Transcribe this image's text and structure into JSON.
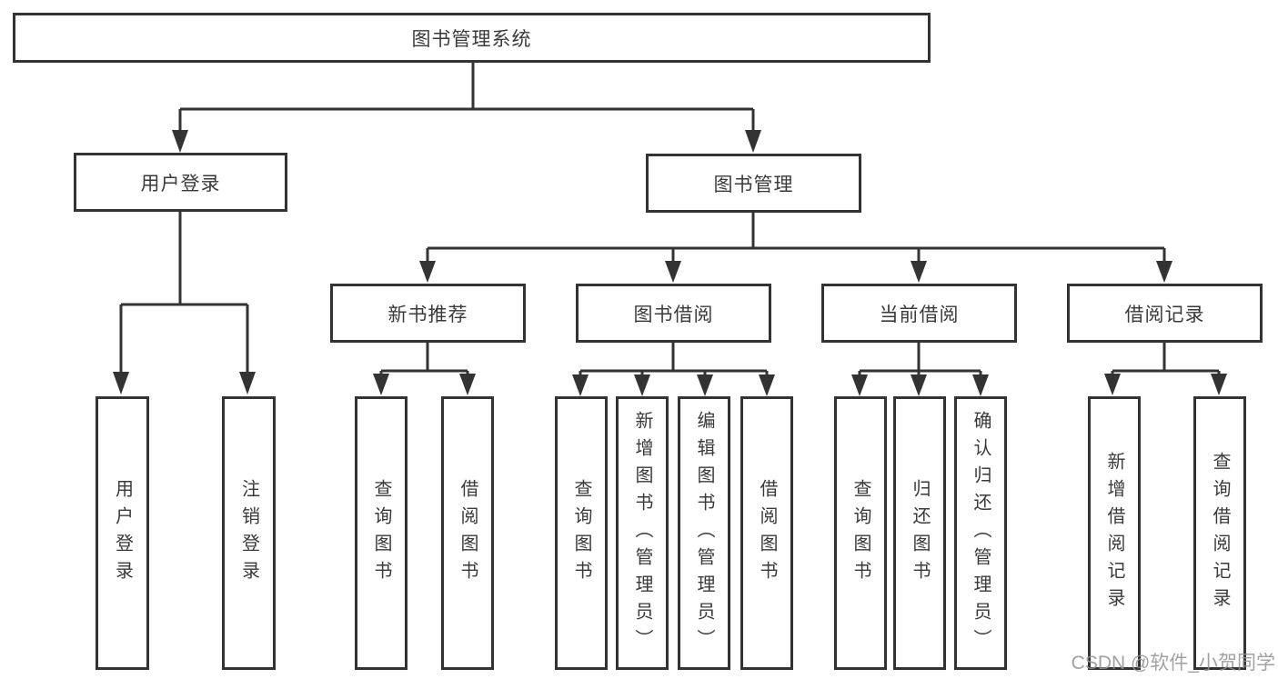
{
  "diagram": {
    "root": {
      "label": "图书管理系统"
    },
    "level2": [
      {
        "label": "用户登录"
      },
      {
        "label": "图书管理"
      }
    ],
    "level3": [
      {
        "label": "新书推荐"
      },
      {
        "label": "图书借阅"
      },
      {
        "label": "当前借阅"
      },
      {
        "label": "借阅记录"
      }
    ],
    "leaves": {
      "user_login": [
        "用户登录",
        "注销登录"
      ],
      "new_book_recommend": [
        "查询图书",
        "借阅图书"
      ],
      "book_borrow": [
        "查询图书",
        "新增图书（管理员）",
        "编辑图书（管理员）",
        "借阅图书"
      ],
      "current_borrow": [
        "查询图书",
        "归还图书",
        "确认归还（管理员）"
      ],
      "borrow_record": [
        "新增借阅记录",
        "查询借阅记录"
      ]
    }
  },
  "watermark": {
    "text": "CSDN @软件_小贺同学"
  },
  "colors": {
    "line": "#333333",
    "text": "#3a3a3a",
    "box_fill": "#ffffff",
    "watermark": "#919191",
    "background": "#ffffff"
  }
}
